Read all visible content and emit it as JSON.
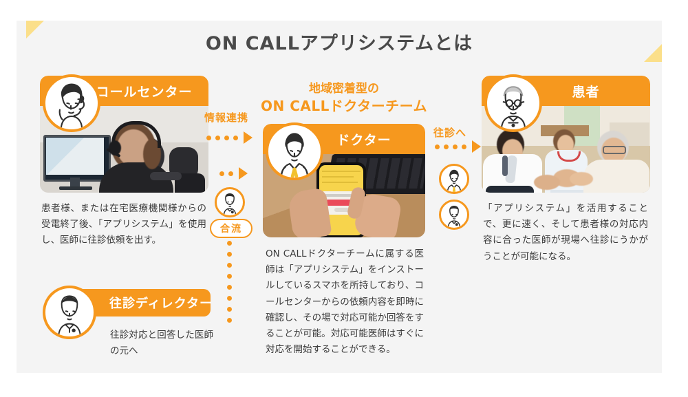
{
  "page": {
    "title": "ON CALLアプリシステムとは",
    "accent_color": "#f6981e",
    "accent_light_color": "#fbdf8a",
    "panel_color": "#f4f4f4",
    "text_color": "#3b3b3b"
  },
  "left_column": {
    "card": {
      "badge_label": "コールセンター",
      "avatar_name": "call-center-operator-avatar",
      "photo_alt": "コールセンターのオペレーターがヘッドセットを着けてPCを操作している写真"
    },
    "body_text": "患者様、または在宅医療機関様からの受電終了後、「アプリシステム」を使用し、医師に往診依頼を出す。",
    "director_card": {
      "badge_label": "往診ディレクター",
      "avatar_name": "director-avatar",
      "body_text": "往診対応と回答した医師の元へ"
    }
  },
  "center_column": {
    "headline_line1": "地域密着型の",
    "headline_line2": "ON CALLドクターチーム",
    "card": {
      "badge_label": "ドクター",
      "avatar_name": "doctor-avatar",
      "photo_alt": "医師がスマートフォンでアプリの依頼内容を確認している写真"
    },
    "body_text": "ON CALLドクターチームに属する医師は「アプリシステム」をインストールしているスマホを所持しており、コールセンターからの依頼内容を即時に確認し、その場で対応可能か回答をすることが可能。対応可能医師はすぐに対応を開始することができる。"
  },
  "right_column": {
    "card": {
      "badge_label": "患者",
      "avatar_name": "patient-avatar",
      "photo_alt": "医師と看護師が自宅で高齢の患者を診察している写真"
    },
    "body_text": "「アプリシステム」を活用することで、更に速く、そして患者様の対応内容に合った医師が現場へ往診にうかがうことが可能になる。"
  },
  "connectors": {
    "left_to_center": {
      "label": "情報連携",
      "arrow": "dotted-right-arrow"
    },
    "center_to_right": {
      "label": "往診へ",
      "arrow": "dotted-right-arrow"
    },
    "merge": {
      "label": "合流",
      "avatar_name": "director-small-avatar"
    },
    "visit_team": {
      "doctor_avatar_name": "doctor-small-avatar",
      "director_avatar_name": "director-small-avatar"
    }
  }
}
